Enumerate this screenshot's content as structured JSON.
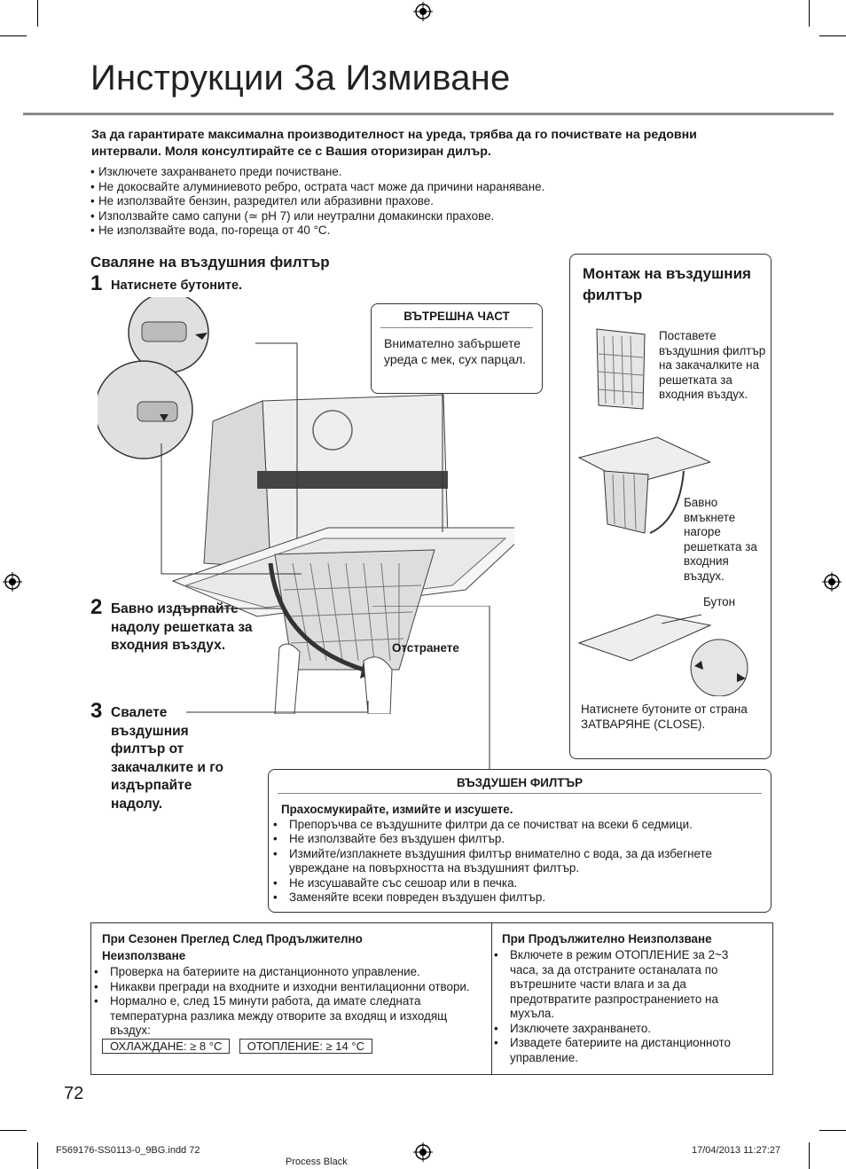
{
  "page": {
    "title": "Инструкции За Измиване",
    "intro": "За да гарантирате максимална производителност на уреда, трябва да го почиствате на редовни интервали. Моля консултирайте се с Вашия оторизиран дилър.",
    "bullets": [
      "Изключете захранването преди почистване.",
      "Не докосвайте алуминиевото ребро, острата част може да причини нараняване.",
      "Не използвайте бензин, разредител или абразивни прахове."
    ],
    "bullet_ph_pre": "Използвайте само сапуни (",
    "bullet_ph_post": " pH 7) или неутрални домакински прахове.",
    "bullet_water": "Не използвайте вода, по-гореща от 40 °C.",
    "page_number": "72"
  },
  "removal": {
    "heading": "Сваляне на въздушния филтър",
    "step1_num": "1",
    "step1_text": "Натиснете бутоните.",
    "step2_num": "2",
    "step2_text": "Бавно издърпайте надолу решетката за входния въздух.",
    "step3_num": "3",
    "step3_text": "Свалете въздушния филтър от закачалките и го издърпайте надолу.",
    "remove_label": "Отстранете"
  },
  "inner_part": {
    "heading": "ВЪТРЕШНА ЧАСТ",
    "text": "Внимателно забършете уреда с мек, сух парцал."
  },
  "mounting": {
    "heading": "Монтаж на въздушния филтър",
    "step_a": "Поставете въздушния филтър на закачалките на решетката за входния въздух.",
    "step_b": "Бавно вмъкнете нагоре решетката за входния въздух.",
    "button_label": "Бутон",
    "step_c": "Натиснете бутоните от страна ЗАТВАРЯНЕ (CLOSE)."
  },
  "air_filter": {
    "heading": "ВЪЗДУШЕН ФИЛТЪР",
    "subheading": "Прахосмукирайте, измийте и изсушете.",
    "items": [
      "Препоръчва се въздушните филтри да се почистват на всеки 6 седмици.",
      "Не използвайте без въздушен филтър.",
      "Измийте/изплакнете въздушния филтър внимателно с вода, за да избегнете увреждане на повърхността на въздушният филтър.",
      "Не изсушавайте със сешоар или в печка.",
      "Заменяйте всеки повреден въздушен филтър."
    ]
  },
  "seasonal": {
    "heading": "При Сезонен Преглед След Продължително Неизползване",
    "items": [
      "Проверка на батериите на дистанционното управление.",
      "Никакви прегради на входните и изходни вентилационни отвори.",
      "Нормално е, след 15 минути работа, да имате следната температурна разлика между отворите за входящ и изходящ въздух:"
    ],
    "cooling": "ОХЛАЖДАНЕ: ≥ 8 °C",
    "heating": "ОТОПЛЕНИЕ: ≥ 14 °C"
  },
  "long_unused": {
    "heading": "При Продължително Неизползване",
    "items": [
      "Включете в режим ОТОПЛЕНИЕ за 2~3 часа, за да отстраните останалата по вътрешните части влага и за да предотвратите разпространението на мухъла.",
      "Изключете захранването.",
      "Извадете батериите на дистанционното управление."
    ]
  },
  "footer": {
    "file": "F569176-SS0113-0_9BG.indd   72",
    "process": "Process Black",
    "date": "17/04/2013   11:27:27"
  }
}
